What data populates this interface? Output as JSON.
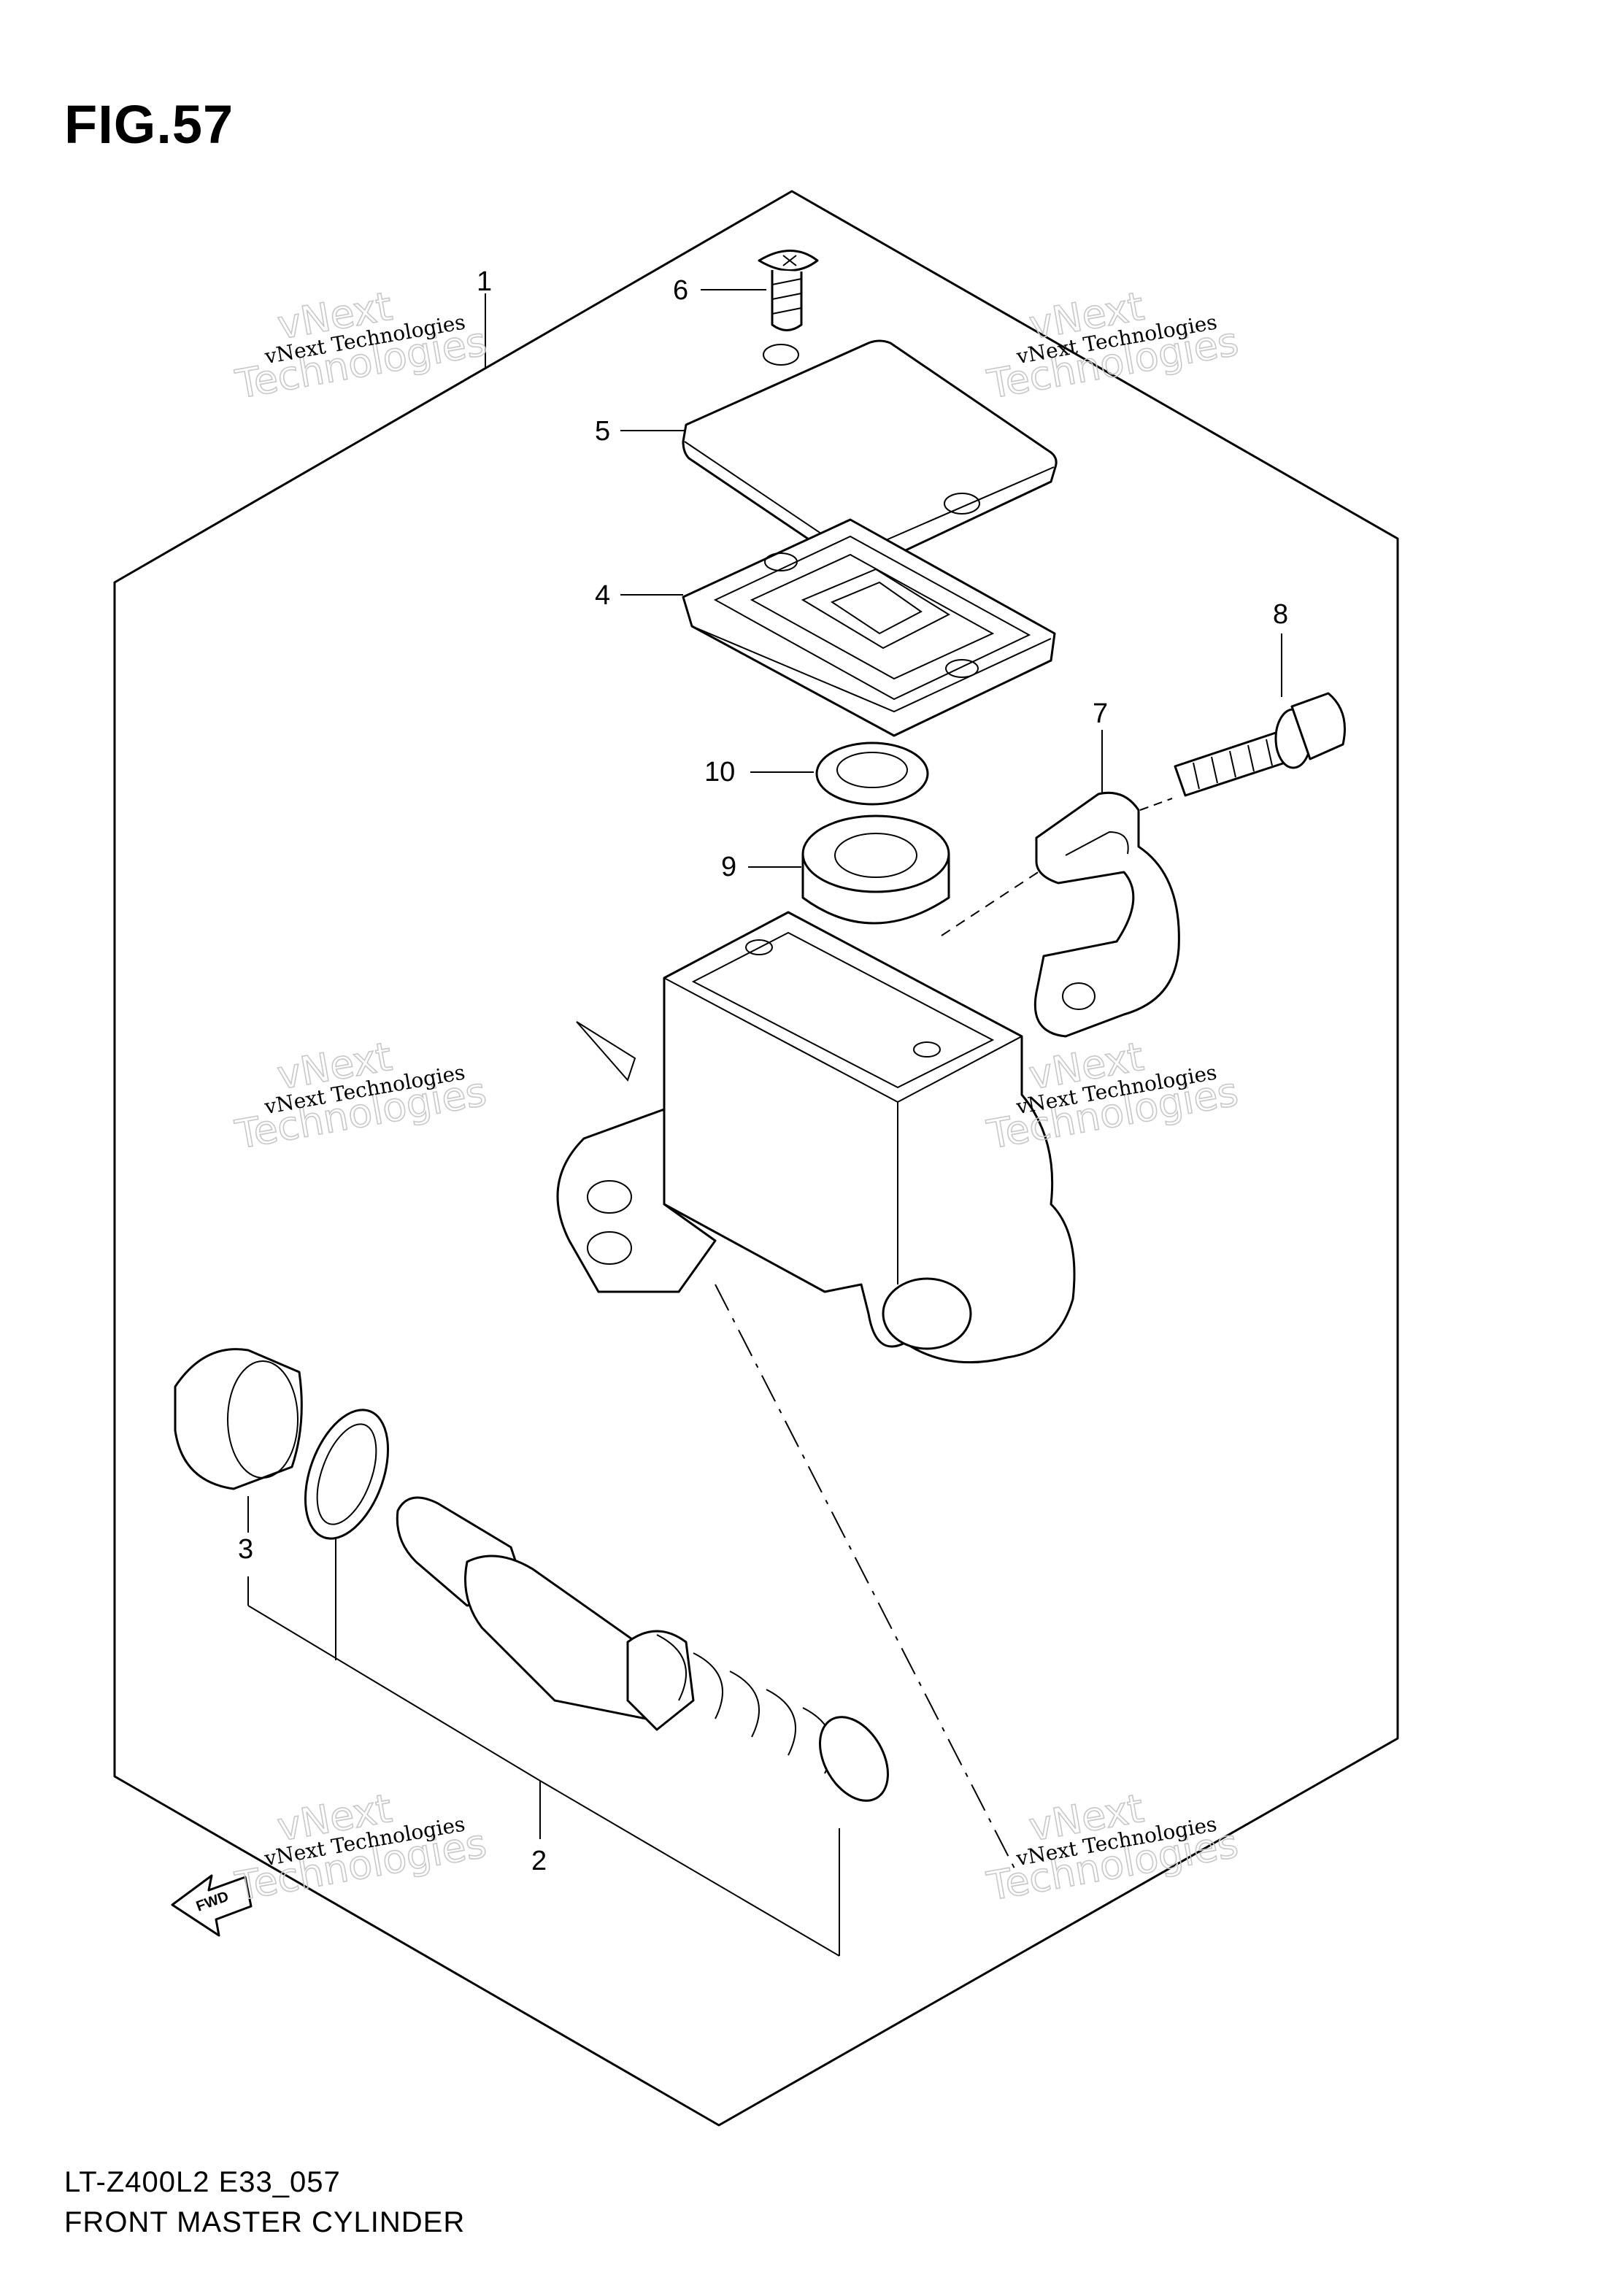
{
  "figure": {
    "title": "FIG.57",
    "model_code": "LT-Z400L2 E33_057",
    "part_name": "FRONT MASTER CYLINDER"
  },
  "callouts": {
    "c1": "1",
    "c2": "2",
    "c3": "3",
    "c4": "4",
    "c5": "5",
    "c6": "6",
    "c7": "7",
    "c8": "8",
    "c9": "9",
    "c10": "10"
  },
  "fwd_label": "FWD",
  "watermark": {
    "line_small": "vNext Technologies",
    "line_top": "vNext",
    "line_big": "Technologies"
  }
}
